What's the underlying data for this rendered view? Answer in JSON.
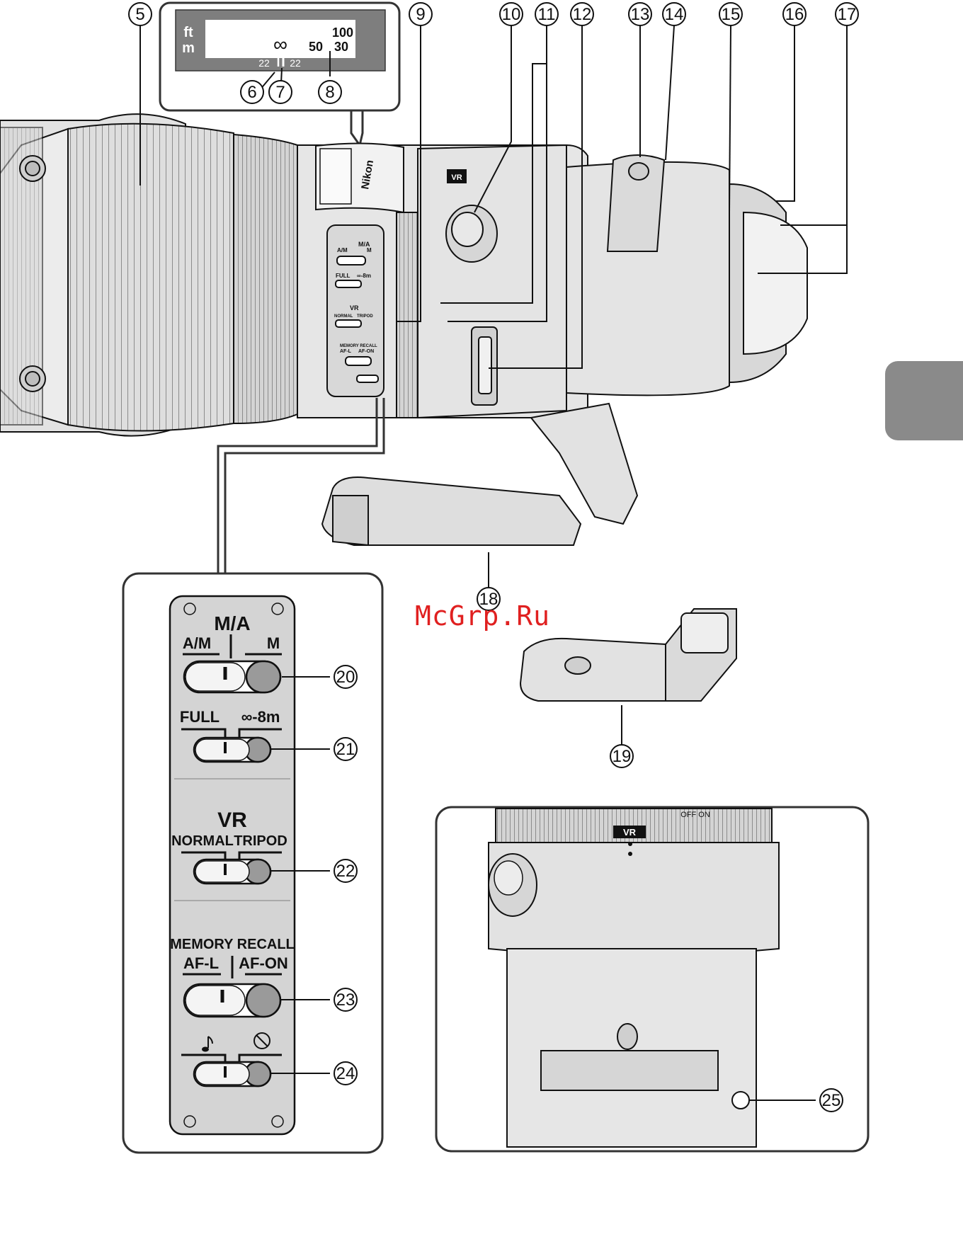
{
  "watermark": "McGrp.Ru",
  "distance_scale": {
    "unit_ft": "ft",
    "unit_m": "m",
    "infinity": "∞",
    "ft_value": "100",
    "m_values": [
      "50",
      "30"
    ],
    "dof_left": "22",
    "dof_right": "22"
  },
  "callouts": [
    "5",
    "6",
    "7",
    "8",
    "9",
    "10",
    "11",
    "12",
    "13",
    "14",
    "15",
    "16",
    "17",
    "18",
    "19",
    "20",
    "21",
    "22",
    "23",
    "24",
    "25"
  ],
  "lens_labels": {
    "vr": "VR",
    "brand": "Nikon",
    "mini_vr": "VR",
    "mini_normal": "NORMAL",
    "mini_tripod": "TRIPOD",
    "mini_memory": "MEMORY RECALL",
    "mini_afl": "AF-L",
    "mini_afon": "AF-ON",
    "mini_ma": "M/A",
    "mini_am": "A/M",
    "mini_m": "M",
    "mini_full": "FULL",
    "mini_range": "∞-8m"
  },
  "switch_panel": {
    "focus_mode": {
      "top": "M/A",
      "left": "A/M",
      "right": "M"
    },
    "focus_limit": {
      "left": "FULL",
      "right": "∞-8m"
    },
    "vr_title": "VR",
    "vr_mode": {
      "left": "NORMAL",
      "right": "TRIPOD"
    },
    "memory_title": "MEMORY RECALL",
    "memory": {
      "left": "AF-L",
      "right": "AF-ON"
    },
    "beep": {
      "left_icon": "sound-on-icon",
      "right_icon": "sound-off-icon"
    }
  },
  "detail_view": {
    "vr_label": "VR",
    "off_on": "OFF ON"
  },
  "colors": {
    "body_light": "#e6e6e6",
    "body_mid": "#cfcfcf",
    "body_dark": "#9a9a9a",
    "outline": "#111111",
    "watermark": "#e02020",
    "tab": "#8a8a8a"
  }
}
